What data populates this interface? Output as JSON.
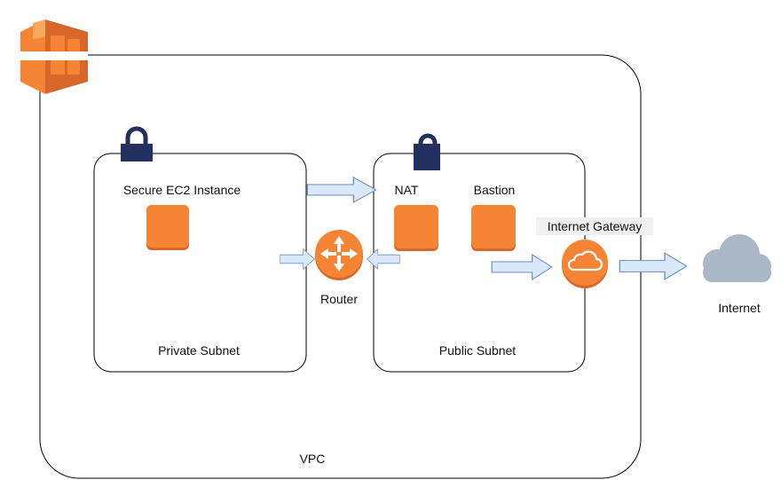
{
  "vpc": {
    "label": "VPC"
  },
  "private_subnet": {
    "label": "Private Subnet",
    "instance_label": "Secure EC2 Instance"
  },
  "public_subnet": {
    "label": "Public Subnet",
    "nat_label": "NAT",
    "bastion_label": "Bastion"
  },
  "router": {
    "label": "Router"
  },
  "internet_gateway": {
    "label": "Internet Gateway"
  },
  "internet": {
    "label": "Internet"
  },
  "colors": {
    "aws_orange": "#f58534",
    "aws_orange_dark": "#d9672a",
    "aws_orange_light": "#f7a85e",
    "lock_navy": "#232f5e",
    "cloud_gray": "#aab7c4",
    "arrow_fill": "#dae8fc",
    "arrow_stroke": "#6c8ebf",
    "label_bg": "#f0f0f0"
  },
  "icons": {
    "logo": "aws-vpc-logo-icon",
    "lock": "lock-icon",
    "instance": "ec2-instance-icon",
    "router": "router-icon",
    "gateway": "internet-gateway-icon",
    "cloud": "cloud-icon"
  }
}
